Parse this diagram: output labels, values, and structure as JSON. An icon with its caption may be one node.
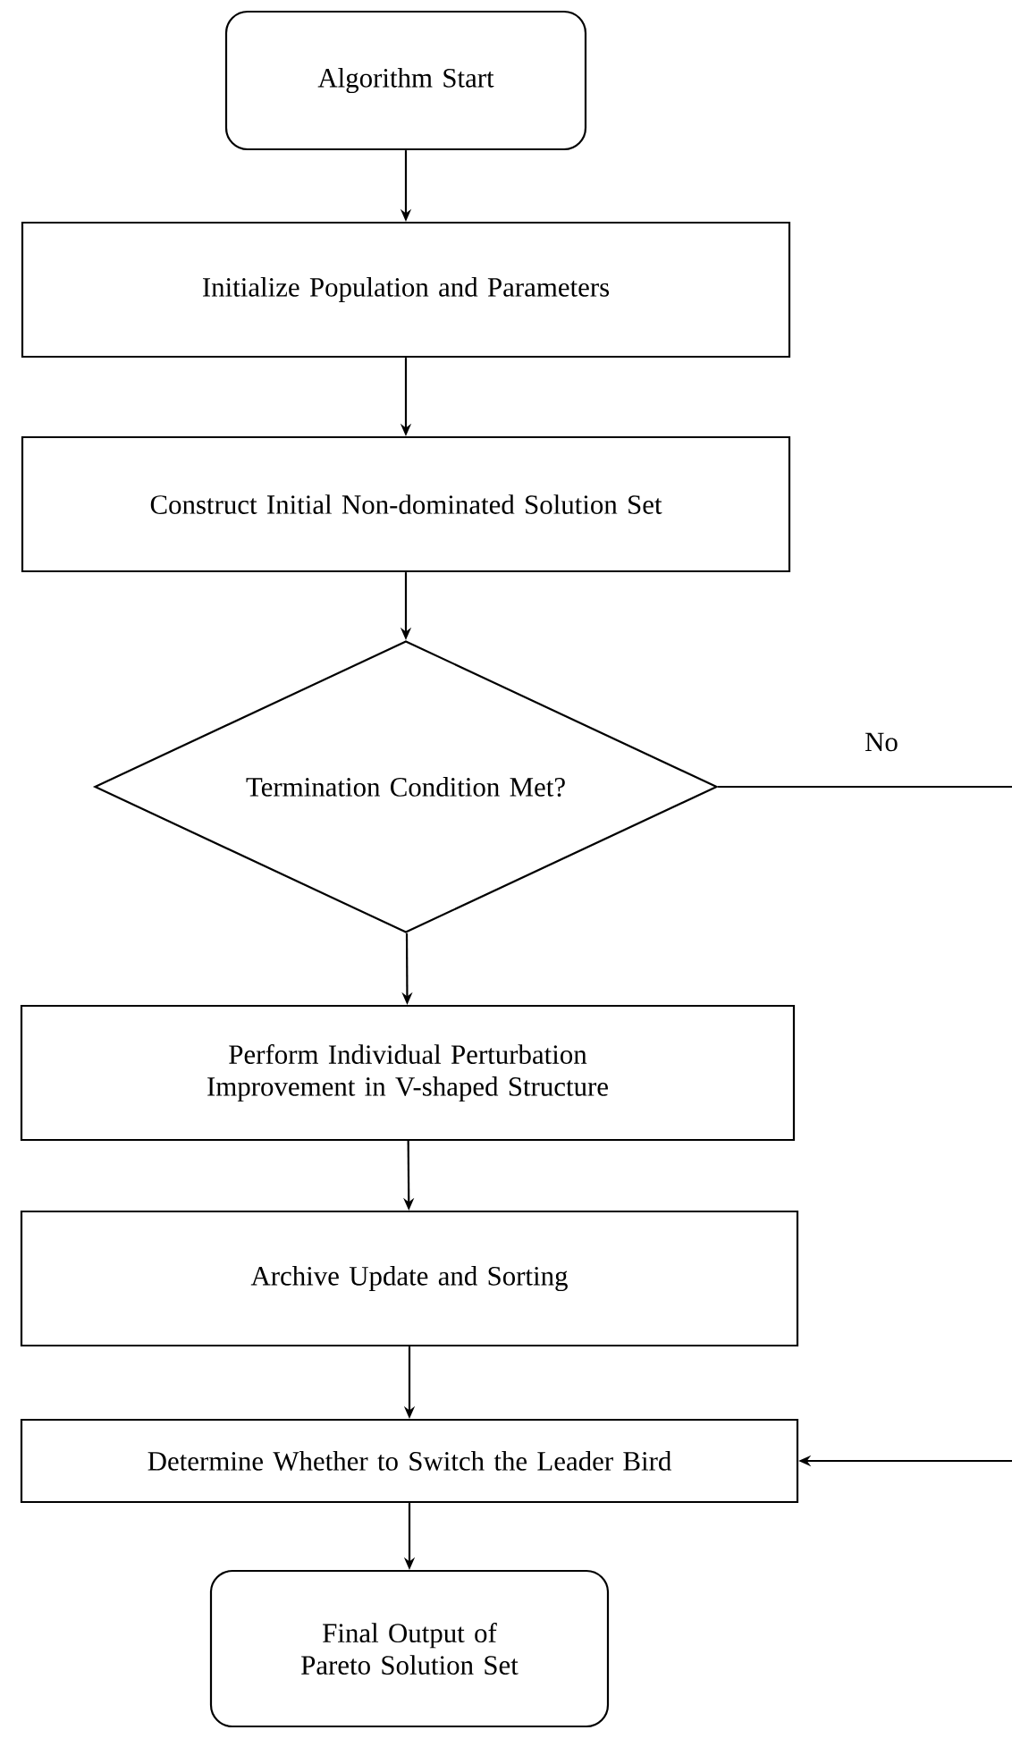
{
  "diagram": {
    "nodes": [
      {
        "text": [
          "Algorithm Start"
        ]
      },
      {
        "text": [
          "Initialize Population and Parameters"
        ]
      },
      {
        "text": [
          "Construct Initial Non-dominated Solution Set"
        ]
      },
      {
        "text": [
          "Termination Condition Met?"
        ]
      },
      {
        "text": [
          "Perform Individual Perturbation Improvement in V-shaped Structure"
        ]
      },
      {
        "text": [
          "Archive Update and Sorting"
        ]
      },
      {
        "text": [
          "Determine Whether to Switch the Leader Bird"
        ]
      },
      {
        "text": [
          "Final Output of Pareto Solution Set"
        ]
      }
    ],
    "edges": [
      {
        "from": 0,
        "to": 1,
        "arrow": "to"
      },
      {
        "from": 1,
        "to": 2,
        "arrow": "to"
      },
      {
        "from": 2,
        "to": 3,
        "arrow": "to"
      },
      {
        "from": 3,
        "to": 4,
        "arrow": "to"
      },
      {
        "from": 4,
        "to": 5,
        "arrow": "to"
      },
      {
        "from": 5,
        "to": 6,
        "arrow": "to"
      },
      {
        "from": 6,
        "to": 7,
        "arrow": "to"
      },
      {
        "from": 3,
        "to": null,
        "arrow": "none",
        "label": "No"
      },
      {
        "from": null,
        "to": 6,
        "arrow": "to"
      }
    ]
  }
}
